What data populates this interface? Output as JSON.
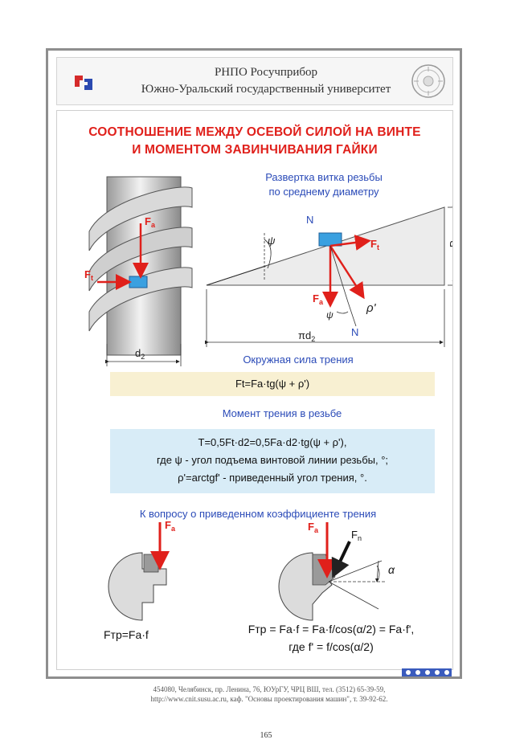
{
  "header": {
    "line1": "РНПО Росучприбор",
    "line2": "Южно-Уральский государственный университет"
  },
  "title": {
    "line1": "СООТНОШЕНИЕ МЕЖДУ ОСЕВОЙ СИЛОЙ НА ВИНТЕ",
    "line2": "И МОМЕНТОМ ЗАВИНЧИВАНИЯ ГАЙКИ"
  },
  "screw": {
    "fa_label": "F",
    "fa_sub": "a",
    "ft_label": "F",
    "ft_sub": "t",
    "d2_label": "d",
    "d2_sub": "2"
  },
  "unroll": {
    "caption1": "Развертка витка резьбы",
    "caption2": "по среднему диаметру",
    "n_top": "N",
    "n_bottom": "N",
    "psi": "ψ",
    "psi2": "ψ",
    "ft_label": "F",
    "ft_sub": "t",
    "fa_label": "F",
    "fa_sub": "a",
    "rho": "ρ'",
    "ph_label": "P",
    "ph_sub": "h",
    "pid_label": "πd",
    "pid_sub": "2"
  },
  "section1": {
    "heading": "Окружная сила трения",
    "formula": "Ft=Fa·tg(ψ + ρ')"
  },
  "section2": {
    "heading": "Момент трения в резьбе",
    "line1": "T=0,5Ft·d2=0,5Fa·d2·tg(ψ + ρ'),",
    "line2": "где ψ - угол подъема винтовой линии резьбы, °;",
    "line3": "ρ'=arctgf' - приведенный угол трения, °."
  },
  "section3": {
    "heading": "К вопросу о приведенном коэффициенте трения",
    "left_fa": "F",
    "left_fa_sub": "a",
    "right_fa": "F",
    "right_fa_sub": "a",
    "fn_label": "F",
    "fn_sub": "n",
    "alpha": "α",
    "left_formula": "Fтр=Fa·f",
    "right_formula1": "Fтр = Fa·f = Fa·f/cos(α/2) = Fa·f',",
    "right_formula2": "где f' = f/cos(α/2)"
  },
  "footer": {
    "line1": "454080, Челябинск, пр. Ленина, 76, ЮУрГУ, ЧРЦ ВШ, тел. (3512) 65-39-59,",
    "line2": "http://www.cnit.susu.ac.ru, каф. \"Основы проектирования машин\", т. 39-92-62."
  },
  "page_number": "165",
  "colors": {
    "title_red": "#e0201b",
    "heading_blue": "#2b4bb8",
    "force_red": "#e0201b",
    "block_blue": "#3aa0e0",
    "yellow_box": "#f8f0d2",
    "blue_box": "#d8ecf7"
  }
}
